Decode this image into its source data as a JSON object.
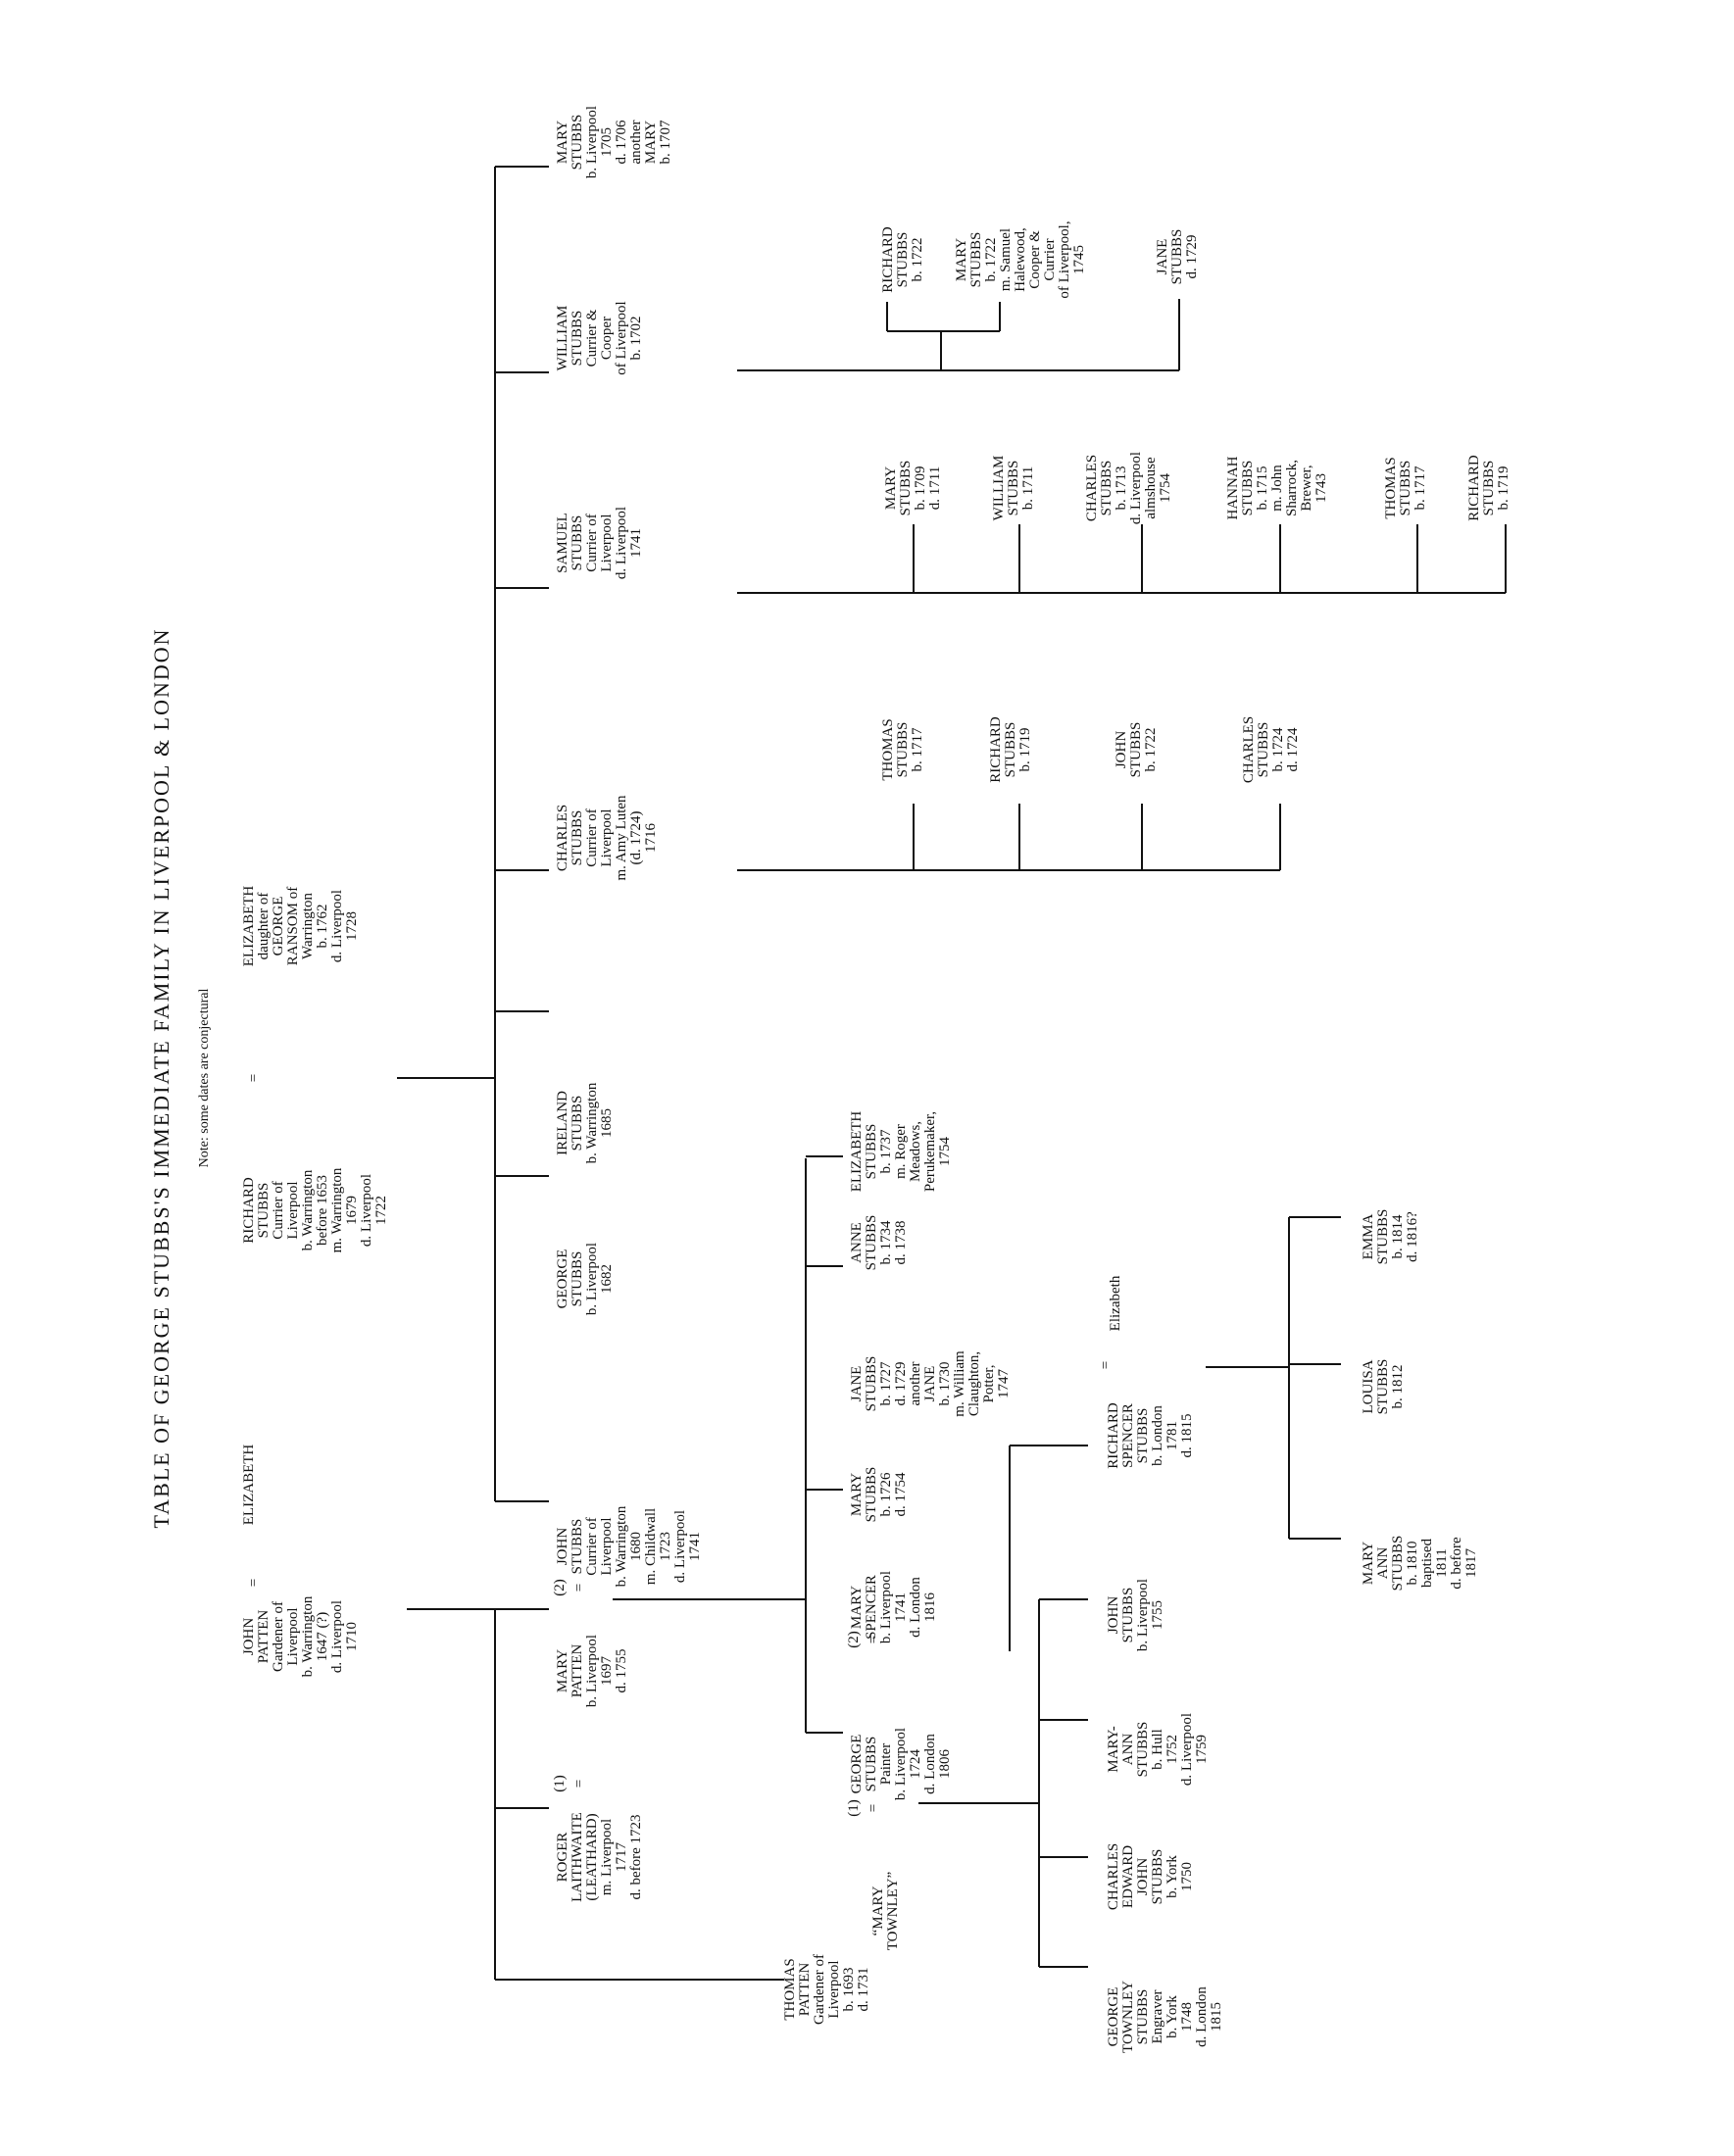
{
  "title": "TABLE OF GEORGE STUBBS'S IMMEDIATE FAMILY IN LIVERPOOL & LONDON",
  "note": "Note: some dates are conjectural",
  "people": {
    "john_patten": [
      "JOHN",
      "PATTEN",
      "Gardener of",
      "Liverpool",
      "b. Warrington",
      "1647 (?)",
      "d. Liverpool",
      "1710"
    ],
    "elizabeth_patten": [
      "ELIZABETH"
    ],
    "richard_stubbs_sr": [
      "RICHARD",
      "STUBBS",
      "Currier of",
      "Liverpool",
      "b. Warrington",
      "before 1653",
      "m. Warrington",
      "1679",
      "d. Liverpool",
      "1722"
    ],
    "elizabeth_ransom": [
      "ELIZABETH",
      "daughter of",
      "GEORGE",
      "RANSOM of",
      "Warrington",
      "b. 1762",
      "d. Liverpool",
      "1728"
    ],
    "thomas_patten": [
      "THOMAS",
      "PATTEN",
      "Gardener of",
      "Liverpool",
      "b. 1693",
      "d. 1731"
    ],
    "roger_laithwaite": [
      "ROGER",
      "LAITHWAITE",
      "(LEATHARD)",
      "m. Liverpool",
      "1717",
      "d. before 1723"
    ],
    "mary_patten": [
      "MARY",
      "PATTEN",
      "b. Liverpool",
      "1697",
      "d. 1755"
    ],
    "john_stubbs_1680": [
      "JOHN",
      "STUBBS",
      "Currier of",
      "Liverpool",
      "b. Warrington",
      "1680",
      "m. Childwall",
      "1723",
      "d. Liverpool",
      "1741"
    ],
    "george_stubbs_1682": [
      "GEORGE",
      "STUBBS",
      "b. Liverpool",
      "1682"
    ],
    "ireland_stubbs": [
      "IRELAND",
      "STUBBS",
      "b. Warrington",
      "1685"
    ],
    "charles_stubbs_sr": [
      "CHARLES",
      "STUBBS",
      "Currier of",
      "Liverpool",
      "m. Amy Luten",
      "(d. 1724)",
      "1716"
    ],
    "samuel_stubbs": [
      "SAMUEL",
      "STUBBS",
      "Currier of",
      "Liverpool",
      "d. Liverpool",
      "1741"
    ],
    "william_stubbs_1702": [
      "WILLIAM",
      "STUBBS",
      "Currier &",
      "Cooper",
      "of Liverpool",
      "b. 1702"
    ],
    "mary_stubbs_1705": [
      "MARY",
      "STUBBS",
      "b. Liverpool",
      "1705",
      "d. 1706",
      "another",
      "MARY",
      "b. 1707"
    ],
    "mary_townley": [
      "“MARY",
      "TOWNLEY”"
    ],
    "george_stubbs_painter": [
      "GEORGE",
      "STUBBS",
      "Painter",
      "b. Liverpool",
      "1724",
      "d. London",
      "1806"
    ],
    "mary_spencer": [
      "MARY",
      "SPENCER",
      "b. Liverpool",
      "1741",
      "d. London",
      "1816"
    ],
    "mary_stubbs_1726": [
      "MARY",
      "STUBBS",
      "b. 1726",
      "d. 1754"
    ],
    "jane_stubbs_1727": [
      "JANE",
      "STUBBS",
      "b. 1727",
      "d. 1729",
      "another",
      "JANE",
      "b. 1730",
      "m. William",
      "Claughton,",
      "Potter,",
      "1747"
    ],
    "anne_stubbs": [
      "ANNE",
      "STUBBS",
      "b. 1734",
      "d. 1738"
    ],
    "elizabeth_stubbs_1737": [
      "ELIZABETH",
      "STUBBS",
      "b. 1737",
      "m. Roger",
      "Meadows,",
      "Perukemaker,",
      "1754"
    ],
    "thomas_stubbs_1717": [
      "THOMAS",
      "STUBBS",
      "b. 1717"
    ],
    "richard_stubbs_1719a": [
      "RICHARD",
      "STUBBS",
      "b. 1719"
    ],
    "john_stubbs_1722": [
      "JOHN",
      "STUBBS",
      "b. 1722"
    ],
    "charles_stubbs_1724": [
      "CHARLES",
      "STUBBS",
      "b. 1724",
      "d. 1724"
    ],
    "mary_stubbs_1709": [
      "MARY",
      "STUBBS",
      "b. 1709",
      "d. 1711"
    ],
    "william_stubbs_1711": [
      "WILLIAM",
      "STUBBS",
      "b. 1711"
    ],
    "charles_stubbs_1713": [
      "CHARLES",
      "STUBBS",
      "b. 1713",
      "d. Liverpool",
      "almshouse",
      "1754"
    ],
    "hannah_stubbs": [
      "HANNAH",
      "STUBBS",
      "b. 1715",
      "m. John",
      "Sharrock,",
      "Brewer,",
      "1743"
    ],
    "thomas_stubbs_1717b": [
      "THOMAS",
      "STUBBS",
      "b. 1717"
    ],
    "richard_stubbs_1719b": [
      "RICHARD",
      "STUBBS",
      "b. 1719"
    ],
    "richard_stubbs_1722": [
      "RICHARD",
      "STUBBS",
      "b. 1722"
    ],
    "mary_stubbs_1722": [
      "MARY",
      "STUBBS",
      "b. 1722",
      "m. Samuel",
      "Halewood,",
      "Cooper &",
      "Currier",
      "of Liverpool,",
      "1745"
    ],
    "jane_stubbs_1729": [
      "JANE",
      "STUBBS",
      "d. 1729"
    ],
    "george_townley_stubbs": [
      "GEORGE",
      "TOWNLEY",
      "STUBBS",
      "Engraver",
      "b. York",
      "1748",
      "d. London",
      "1815"
    ],
    "charles_edward_john_stubbs": [
      "CHARLES",
      "EDWARD",
      "JOHN",
      "STUBBS",
      "b. York",
      "1750"
    ],
    "mary_ann_stubbs_1752": [
      "MARY-",
      "ANN",
      "STUBBS",
      "b. Hull",
      "1752",
      "d. Liverpool",
      "1759"
    ],
    "john_stubbs_1755": [
      "JOHN",
      "STUBBS",
      "b. Liverpool",
      "1755"
    ],
    "richard_spencer_stubbs": [
      "RICHARD",
      "SPENCER",
      "STUBBS",
      "b. London",
      "1781",
      "d. 1815"
    ],
    "elizabeth_rs": [
      "Elizabeth"
    ],
    "mary_ann_stubbs_1810": [
      "MARY",
      "ANN",
      "STUBBS",
      "b. 1810",
      "baptised",
      "1811",
      "d. before",
      "1817"
    ],
    "louisa_stubbs": [
      "LOUISA",
      "STUBBS",
      "b. 1812"
    ],
    "emma_stubbs": [
      "EMMA",
      "STUBBS",
      "b. 1814",
      "d. 1816?"
    ]
  },
  "marks": {
    "eq": "=",
    "one": "(1)",
    "two": "(2)"
  }
}
